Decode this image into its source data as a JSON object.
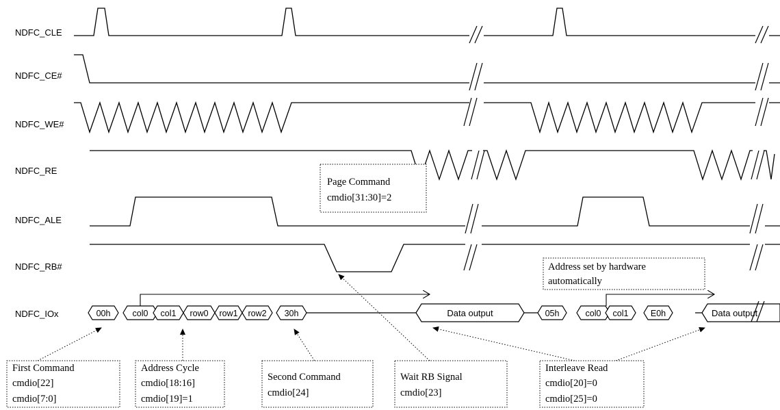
{
  "signals": {
    "cle": "NDFC_CLE",
    "ce": "NDFC_CE#",
    "we": "NDFC_WE#",
    "re": "NDFC_RE",
    "ale": "NDFC_ALE",
    "rb": "NDFC_RB#",
    "io": "NDFC_IOx"
  },
  "bus": {
    "seg_00h": "00h",
    "seg_col0_a": "col0",
    "seg_col1_a": "col1",
    "seg_row0": "row0",
    "seg_row1": "row1",
    "seg_row2": "row2",
    "seg_30h": "30h",
    "seg_data_a": "Data output",
    "seg_05h": "05h",
    "seg_col0_b": "col0",
    "seg_col1_b": "col1",
    "seg_e0h": "E0h",
    "seg_data_b": "Data output"
  },
  "notes": {
    "page_command": [
      "Page Command",
      "cmdio[31:30]=2"
    ],
    "addr_hw": [
      "Address set by hardware",
      "automatically"
    ],
    "first_command": [
      "First Command",
      "cmdio[22]",
      "cmdio[7:0]"
    ],
    "address_cycle": [
      "Address Cycle",
      "cmdio[18:16]",
      "cmdio[19]=1"
    ],
    "second_command": [
      "Second Command",
      "cmdio[24]"
    ],
    "wait_rb": [
      "Wait RB Signal",
      "cmdio[23]"
    ],
    "interleave": [
      "Interleave Read",
      "cmdio[20]=0",
      "cmdio[25]=0"
    ]
  }
}
